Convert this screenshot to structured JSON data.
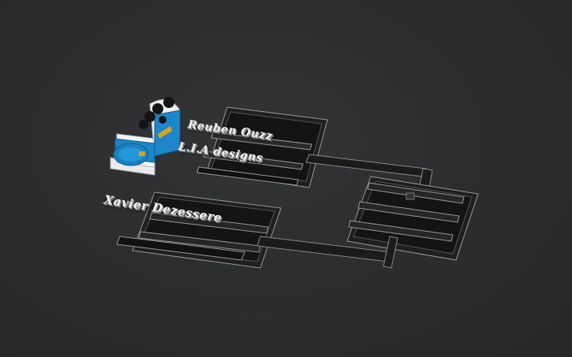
{
  "scene": {
    "labels": {
      "line1": "Reuben Ouzz",
      "line2": "L.I.A designs",
      "line3": "Xavier Dezessere"
    },
    "colors": {
      "background": "#2a2b2c",
      "bracket_fill": "#1d1d1e",
      "bracket_edge": "#8a8a8a",
      "engine_blue": "#1c86c8",
      "engine_white": "#f0f0f0",
      "engine_black": "#141414",
      "engine_gold": "#d7a520"
    }
  }
}
